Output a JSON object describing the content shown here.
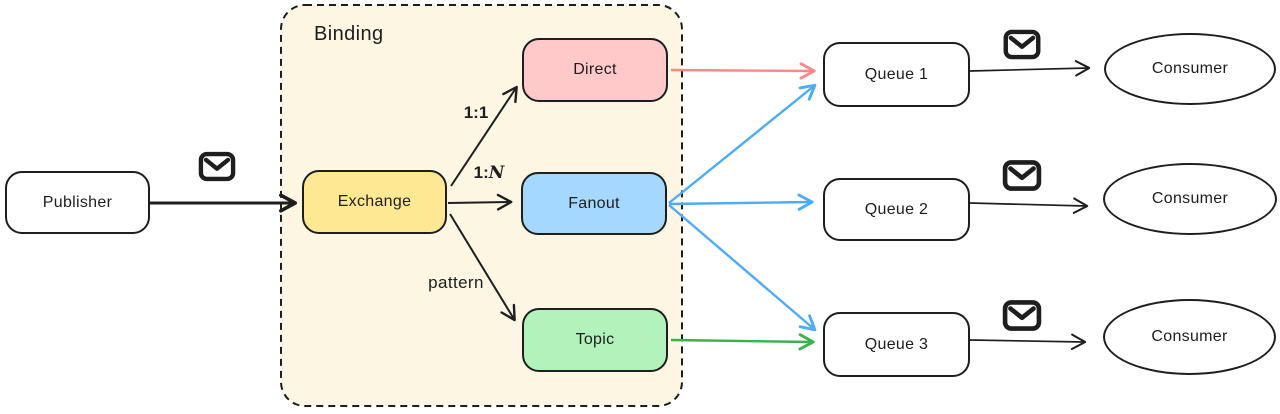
{
  "binding": {
    "label": "Binding"
  },
  "nodes": {
    "publisher": {
      "label": "Publisher"
    },
    "exchange": {
      "label": "Exchange"
    },
    "direct": {
      "label": "Direct"
    },
    "fanout": {
      "label": "Fanout"
    },
    "topic": {
      "label": "Topic"
    },
    "queue1": {
      "label": "Queue 1"
    },
    "queue2": {
      "label": "Queue 2"
    },
    "queue3": {
      "label": "Queue 3"
    },
    "consumer1": {
      "label": "Consumer"
    },
    "consumer2": {
      "label": "Consumer"
    },
    "consumer3": {
      "label": "Consumer"
    }
  },
  "edge_labels": {
    "direct_binding": "1:1",
    "fanout_binding_prefix": "1:",
    "fanout_binding_n": "N",
    "topic_binding": "pattern"
  },
  "colors": {
    "stroke": "#1e1e1e",
    "binding_bg": "#fcf6e3",
    "exchange_fill": "#ffe894",
    "direct_fill": "#ffc9c9",
    "fanout_fill": "#a5d8ff",
    "topic_fill": "#b2f2bb",
    "node_fill": "#ffffff",
    "arrow_red": "#ff8787",
    "arrow_blue": "#4dabf7",
    "arrow_green": "#37b24d"
  },
  "icons": {
    "envelope": "envelope-icon"
  }
}
